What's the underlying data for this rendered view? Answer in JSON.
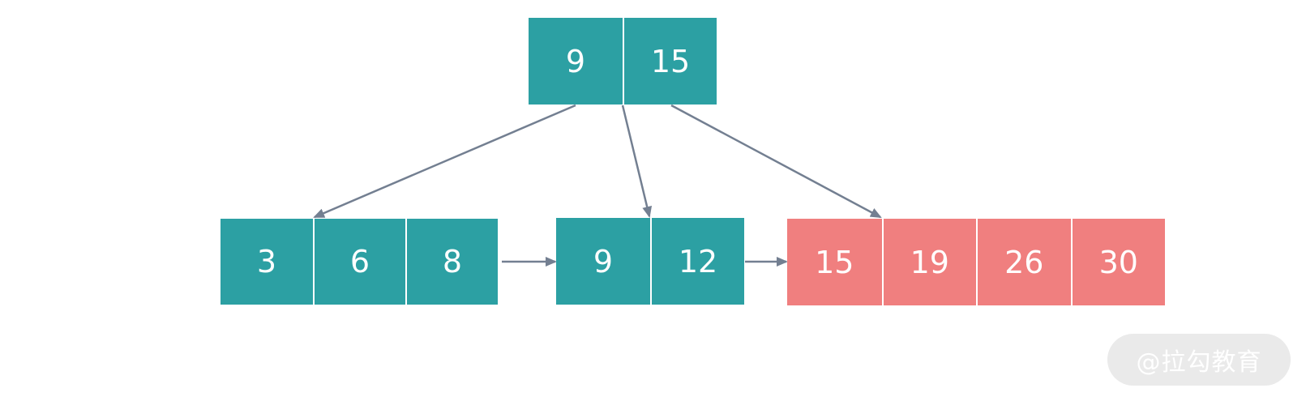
{
  "colors": {
    "internal_node": "#2ca0a3",
    "highlight_node": "#f07f7f",
    "edge": "#737f91",
    "divider": "#ffffff"
  },
  "tree": {
    "root": {
      "keys": [
        "9",
        "15"
      ]
    },
    "leaves": [
      {
        "keys": [
          "3",
          "6",
          "8"
        ],
        "highlight": false
      },
      {
        "keys": [
          "9",
          "12"
        ],
        "highlight": false
      },
      {
        "keys": [
          "15",
          "19",
          "26",
          "30"
        ],
        "highlight": true
      }
    ]
  },
  "watermark": {
    "text": "@拉勾教育"
  }
}
